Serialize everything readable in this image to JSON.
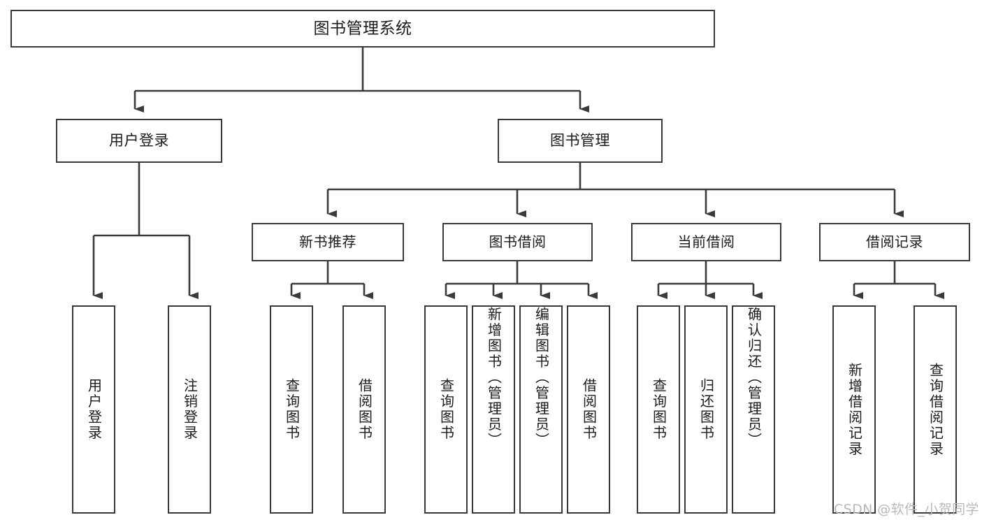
{
  "diagram": {
    "title": "图书管理系统",
    "type": "tree-hierarchy",
    "watermark": "CSDN @软件_小贺同学",
    "colors": {
      "stroke": "#3a3a3a",
      "fill": "#ffffff",
      "text": "#1b1b1b",
      "watermark": "#b9b9b9"
    },
    "nodes": {
      "root": {
        "label": "图书管理系统"
      },
      "level2": [
        {
          "id": "user-login",
          "label": "用户登录"
        },
        {
          "id": "book-manage",
          "label": "图书管理"
        }
      ],
      "level3": [
        {
          "id": "new-book-rec",
          "label": "新书推荐"
        },
        {
          "id": "book-borrow",
          "label": "图书借阅"
        },
        {
          "id": "current-borrow",
          "label": "当前借阅"
        },
        {
          "id": "borrow-record",
          "label": "借阅记录"
        }
      ],
      "leaves": {
        "user_login": [
          {
            "id": "leaf-user-login",
            "label": "用户登录"
          },
          {
            "id": "leaf-logout",
            "label": "注销登录"
          }
        ],
        "new_book_rec": [
          {
            "id": "leaf-query-book-1",
            "label": "查询图书"
          },
          {
            "id": "leaf-borrow-book-1",
            "label": "借阅图书"
          }
        ],
        "book_borrow": [
          {
            "id": "leaf-query-book-2",
            "label": "查询图书"
          },
          {
            "id": "leaf-add-book",
            "label": "新增图书（管理员）"
          },
          {
            "id": "leaf-edit-book",
            "label": "编辑图书（管理员）"
          },
          {
            "id": "leaf-borrow-book-2",
            "label": "借阅图书"
          }
        ],
        "current_borrow": [
          {
            "id": "leaf-query-book-3",
            "label": "查询图书"
          },
          {
            "id": "leaf-return-book",
            "label": "归还图书"
          },
          {
            "id": "leaf-confirm-return",
            "label": "确认归还（管理员）"
          }
        ],
        "borrow_record": [
          {
            "id": "leaf-add-record",
            "label": "新增借阅记录"
          },
          {
            "id": "leaf-query-record",
            "label": "查询借阅记录"
          }
        ]
      }
    }
  }
}
